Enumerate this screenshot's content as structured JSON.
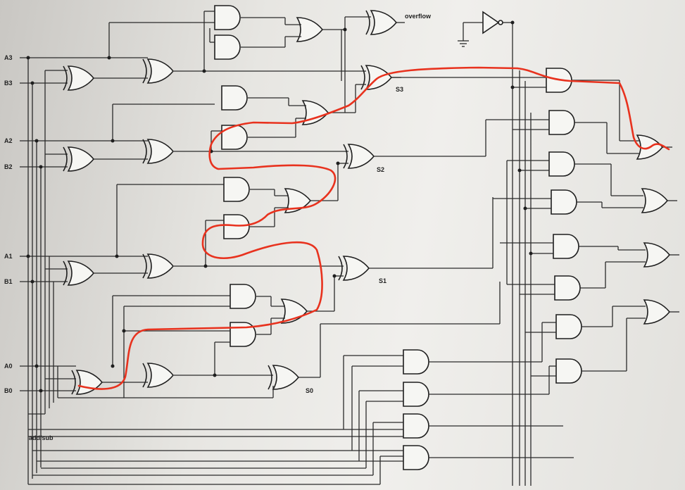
{
  "inputs": {
    "a3": "A3",
    "b3": "B3",
    "a2": "A2",
    "b2": "B2",
    "a1": "A1",
    "b1": "B1",
    "a0": "A0",
    "b0": "B0"
  },
  "outputs": {
    "overflow": "overflow",
    "s3": "S3",
    "s2": "S2",
    "s1": "S1",
    "s0": "S0"
  },
  "control": {
    "add_sub": "add/sub"
  },
  "colors": {
    "wire": "#2a2a2a",
    "annotation": "#e8321e",
    "paper": "#efeeea"
  }
}
